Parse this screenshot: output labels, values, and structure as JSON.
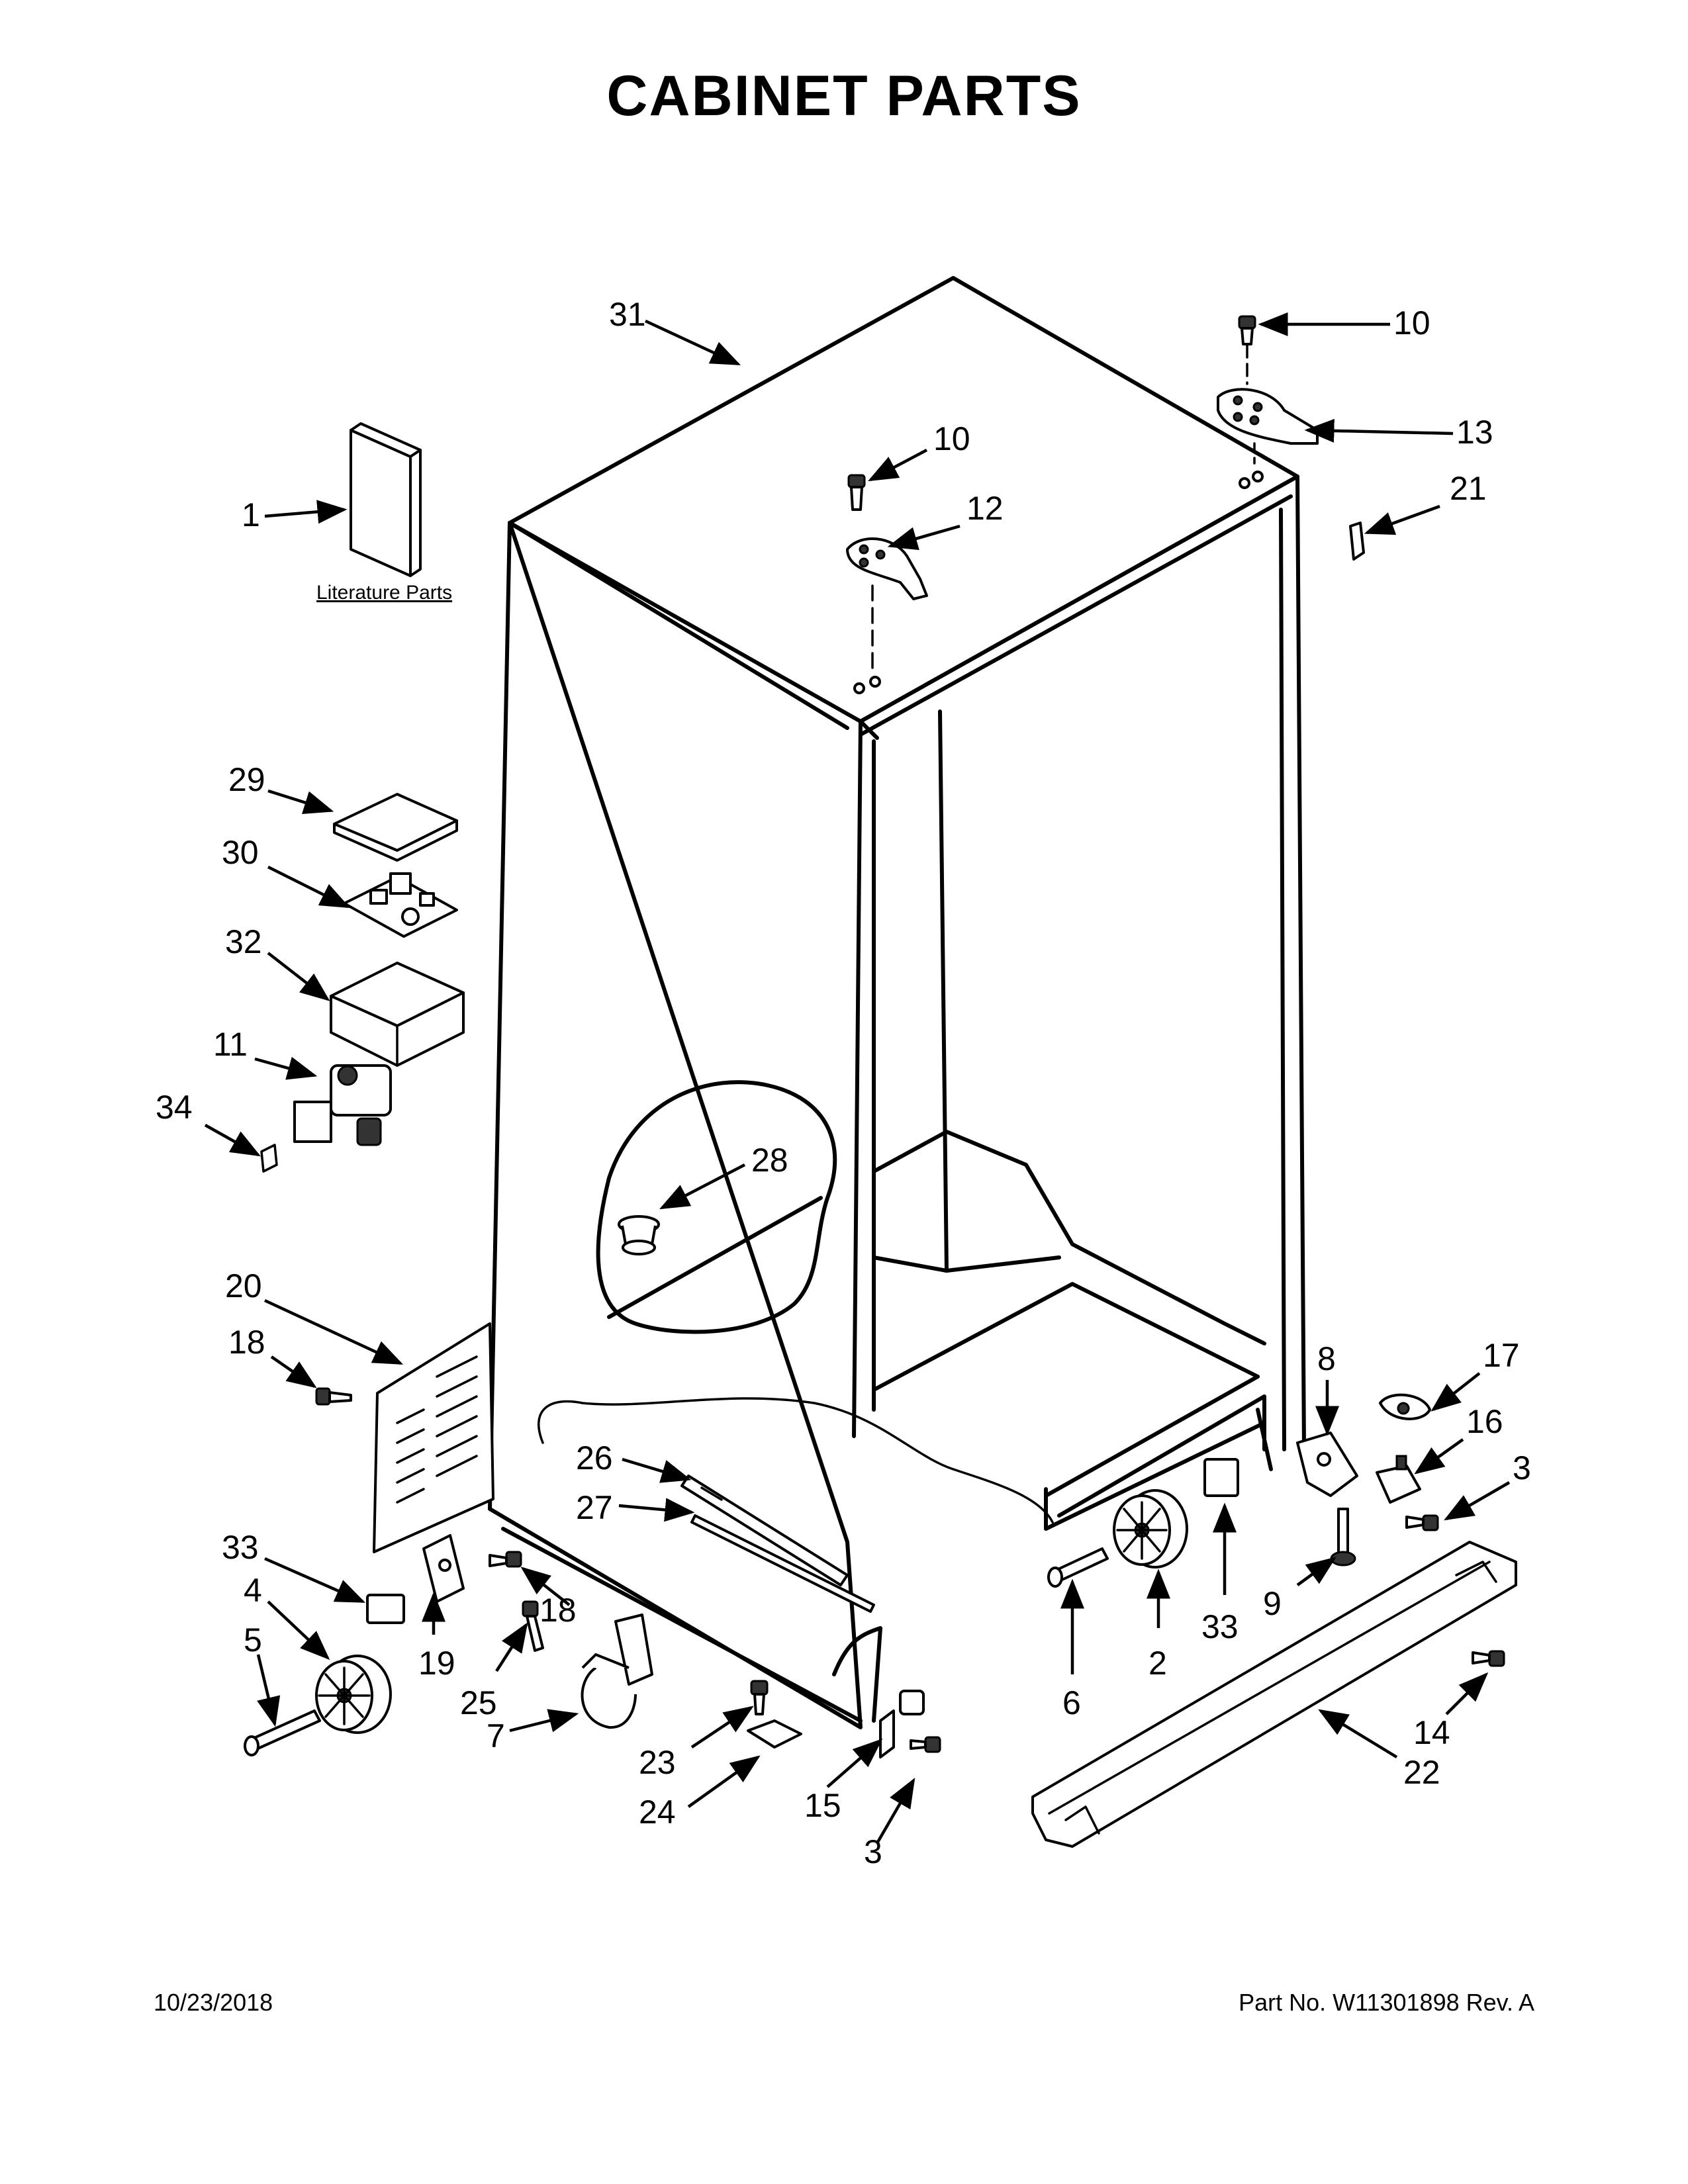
{
  "title": "CABINET PARTS",
  "literature_label": "Literature Parts",
  "callouts": {
    "c1": "1",
    "c2": "2",
    "c3a": "3",
    "c3b": "3",
    "c4": "4",
    "c5": "5",
    "c6": "6",
    "c7": "7",
    "c8": "8",
    "c9": "9",
    "c10a": "10",
    "c10b": "10",
    "c11": "11",
    "c12": "12",
    "c13": "13",
    "c14": "14",
    "c15": "15",
    "c16": "16",
    "c17": "17",
    "c18a": "18",
    "c18b": "18",
    "c19": "19",
    "c20": "20",
    "c21": "21",
    "c22": "22",
    "c23": "23",
    "c24": "24",
    "c25": "25",
    "c26": "26",
    "c27": "27",
    "c28": "28",
    "c29": "29",
    "c30": "30",
    "c31": "31",
    "c32": "32",
    "c33a": "33",
    "c33b": "33",
    "c34": "34"
  },
  "footer": {
    "date": "10/23/2018",
    "part_number": "Part No.  W11301898  Rev.  A"
  }
}
